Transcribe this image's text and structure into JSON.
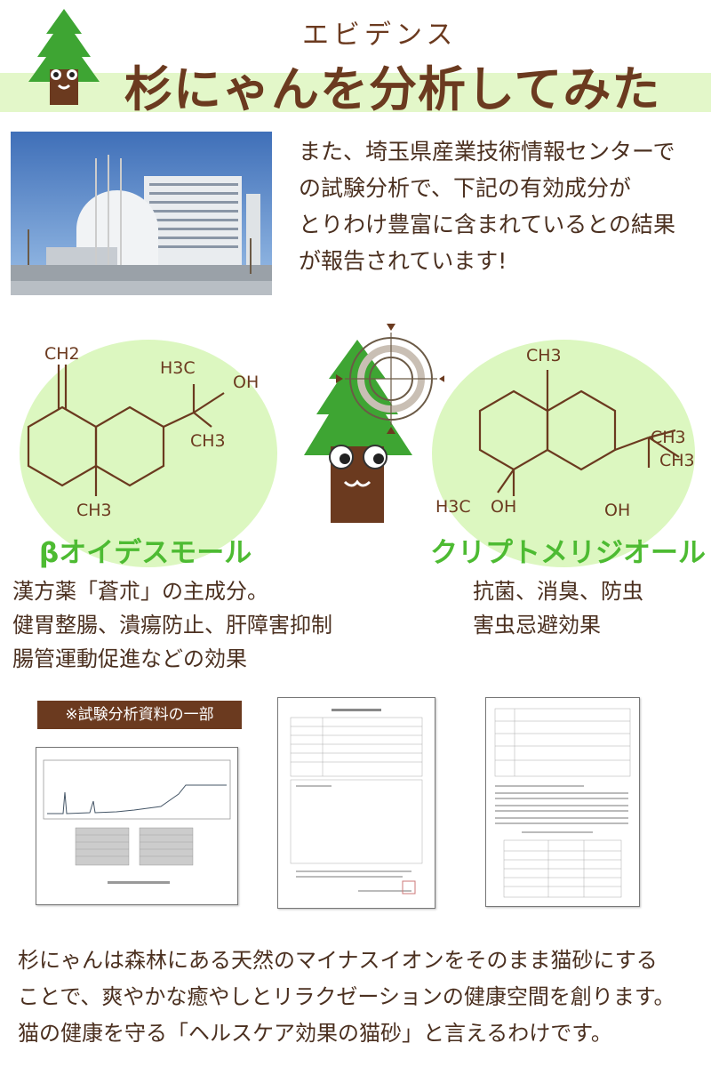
{
  "header": {
    "ruby": "エビデンス",
    "title": "杉にゃんを分析してみた"
  },
  "intro": {
    "lines": [
      "また、埼玉県産業技術情報センターで",
      "の試験分析で、下記の有効成分が",
      "とりわけ豊富に含まれているとの結果",
      "が報告されています!"
    ]
  },
  "compounds": [
    {
      "name": "βオイデスモール",
      "labels": {
        "top": "CH2",
        "h3c": "H3C",
        "oh": "OH",
        "ch3_right": "CH3",
        "ch3_bottom": "CH3"
      },
      "effects": [
        "漢方薬「蒼朮」の主成分。",
        "健胃整腸、潰瘍防止、肝障害抑制",
        "腸管運動促進などの効果"
      ]
    },
    {
      "name": "クリプトメリジオール",
      "labels": {
        "top": "CH3",
        "ch3_a": "CH3",
        "ch3_b": "CH3",
        "h3c": "H3C",
        "oh_left": "OH",
        "oh_right": "OH"
      },
      "effects": [
        "抗菌、消臭、防虫",
        "害虫忌避効果"
      ]
    }
  ],
  "documents": {
    "tag": "※試験分析資料の一部"
  },
  "closing": {
    "lines": [
      "杉にゃんは森林にある天然のマイナスイオンをそのまま猫砂にする",
      "ことで、爽やかな癒やしとリラクゼーションの健康空間を創ります。",
      "猫の健康を守る「ヘルスケア効果の猫砂」と言えるわけです。"
    ]
  },
  "colors": {
    "brown": "#6b3a1f",
    "green_text": "#4dbb32",
    "light_green": "#dcf7c0",
    "tree_green": "#3ea533"
  }
}
